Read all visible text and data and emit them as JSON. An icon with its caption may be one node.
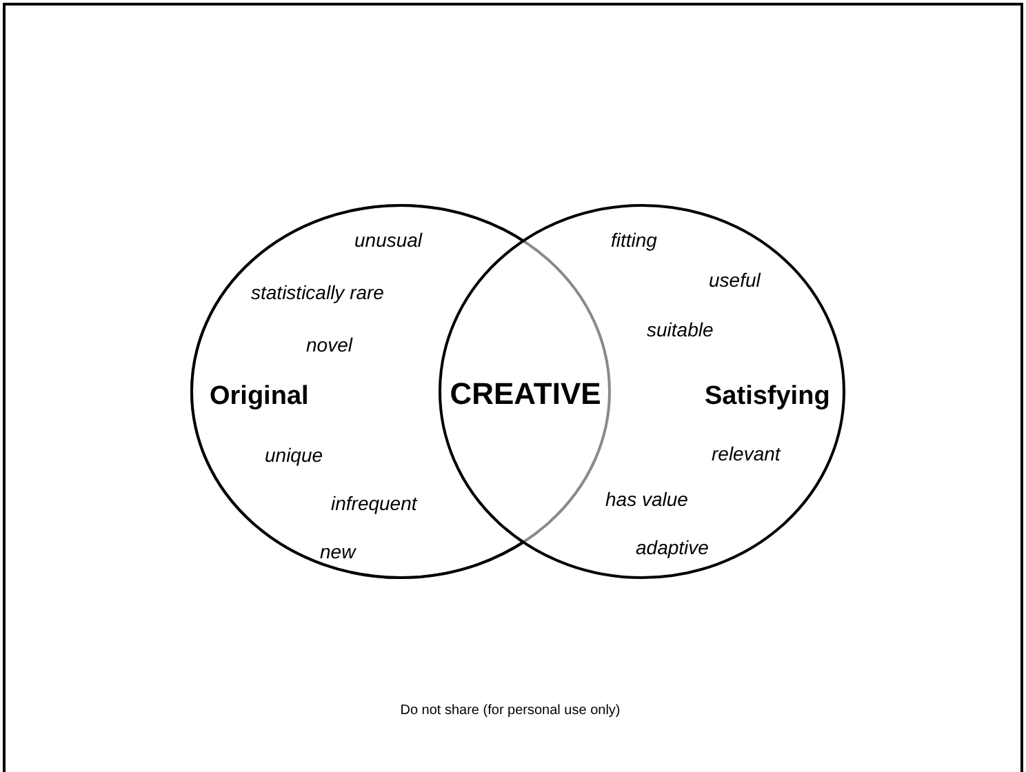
{
  "diagram": {
    "nodes": [
      {
        "text": [
          "unusual",
          "statistically rare",
          "novel",
          "Original",
          "unique",
          "infrequent",
          "new"
        ]
      },
      {
        "text": [
          "fitting",
          "useful",
          "suitable",
          "Satisfying",
          "relevant",
          "has value",
          "adaptive"
        ]
      }
    ],
    "labels": [
      "CREATIVE",
      "Do not share (for personal use only)"
    ]
  }
}
